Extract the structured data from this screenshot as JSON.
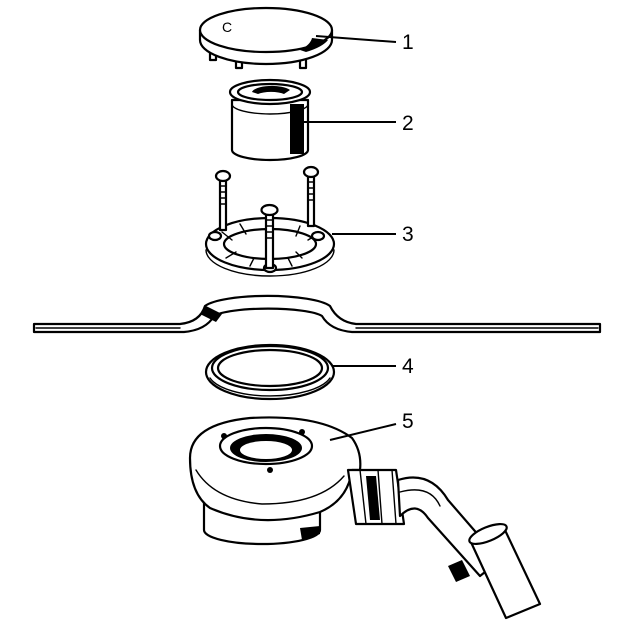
{
  "diagram": {
    "parts": [
      {
        "id": "cover",
        "label": "1"
      },
      {
        "id": "insert-sleeve",
        "label": "2"
      },
      {
        "id": "clamp-ring",
        "label": "3"
      },
      {
        "id": "seal-ring",
        "label": "4"
      },
      {
        "id": "drain-body",
        "label": "5"
      }
    ],
    "cover_mark": "C"
  }
}
